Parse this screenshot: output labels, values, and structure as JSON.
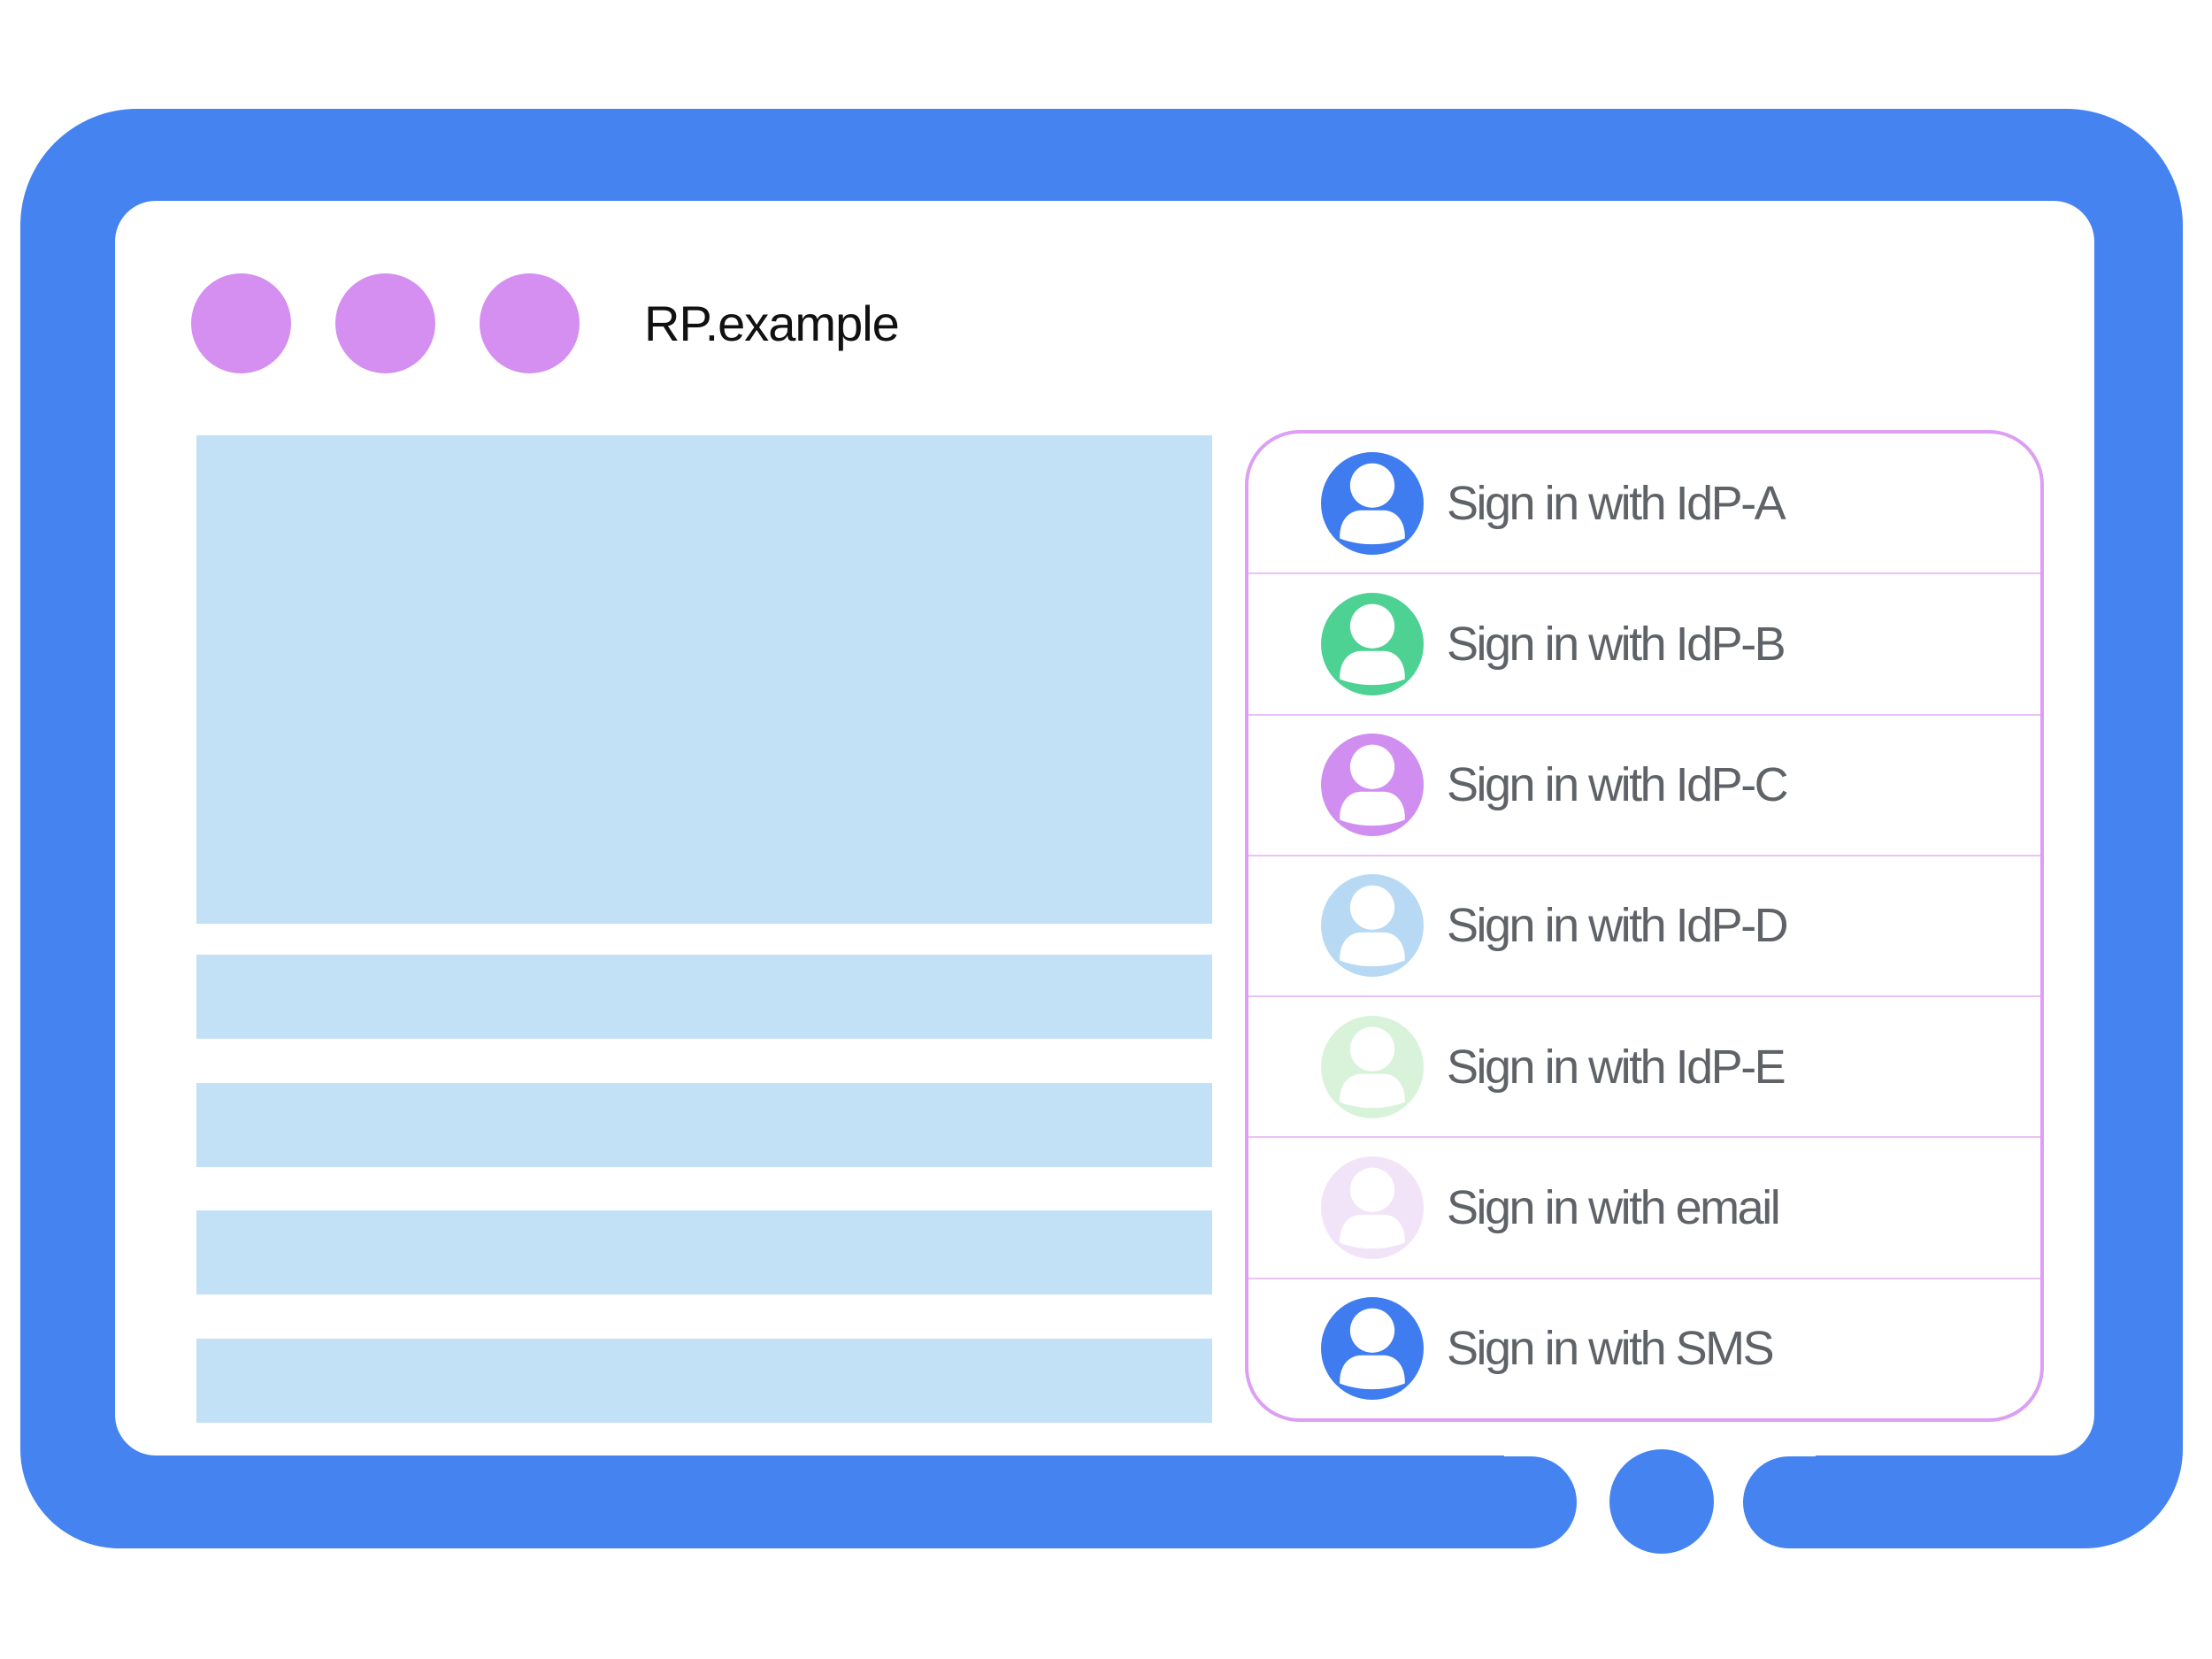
{
  "device_frame": {
    "accent_color": "#4583F1"
  },
  "browser": {
    "title": "RP.example",
    "window_dots_color": "#D48FF1",
    "content_placeholder_color": "#C3E1F6"
  },
  "signin_panel": {
    "border_color": "#DC9FF4",
    "divider_color": "#EBC2F6",
    "label_color": "#5F6368",
    "options": [
      {
        "label": "Sign in with IdP-A",
        "avatar_color": "#3E7CEF"
      },
      {
        "label": "Sign in with IdP-B",
        "avatar_color": "#4DD293"
      },
      {
        "label": "Sign in with IdP-C",
        "avatar_color": "#D08EF0"
      },
      {
        "label": "Sign in with IdP-D",
        "avatar_color": "#B7D9F4"
      },
      {
        "label": "Sign in with IdP-E",
        "avatar_color": "#D9F3DB"
      },
      {
        "label": "Sign in with email",
        "avatar_color": "#F2E4F8"
      },
      {
        "label": "Sign in with SMS",
        "avatar_color": "#3E7CEF"
      }
    ]
  }
}
